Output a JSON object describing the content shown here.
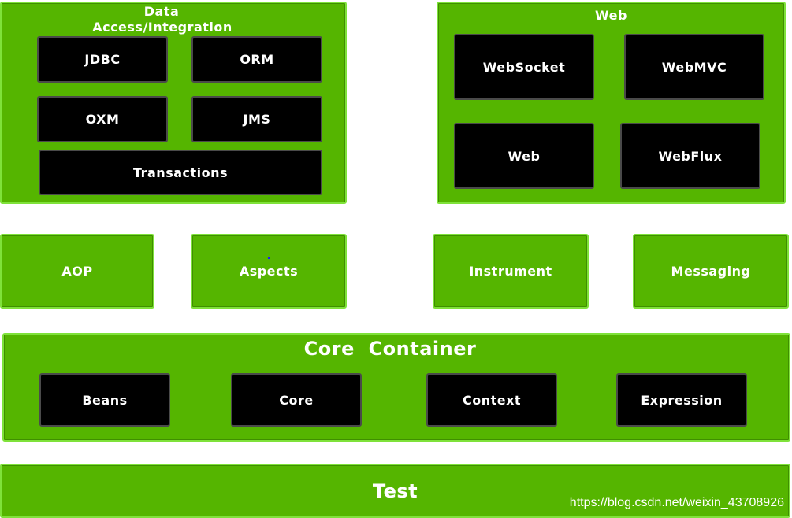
{
  "data_access": {
    "title_line1": "Data",
    "title_line2": "Access/Integration",
    "modules": [
      "JDBC",
      "ORM",
      "OXM",
      "JMS",
      "Transactions"
    ]
  },
  "web": {
    "title": "Web",
    "modules": [
      "WebSocket",
      "WebMVC",
      "Web",
      "WebFlux"
    ]
  },
  "middle": [
    "AOP",
    "Aspects",
    "Instrument",
    "Messaging"
  ],
  "core_container": {
    "title": "Core  Container",
    "modules": [
      "Beans",
      "Core",
      "Context",
      "Expression"
    ]
  },
  "test": {
    "title": "Test"
  },
  "watermark": "https://blog.csdn.net/weixin_43708926",
  "colors": {
    "module_green": "#55b500",
    "module_black": "#000000",
    "text": "#ffffff"
  }
}
